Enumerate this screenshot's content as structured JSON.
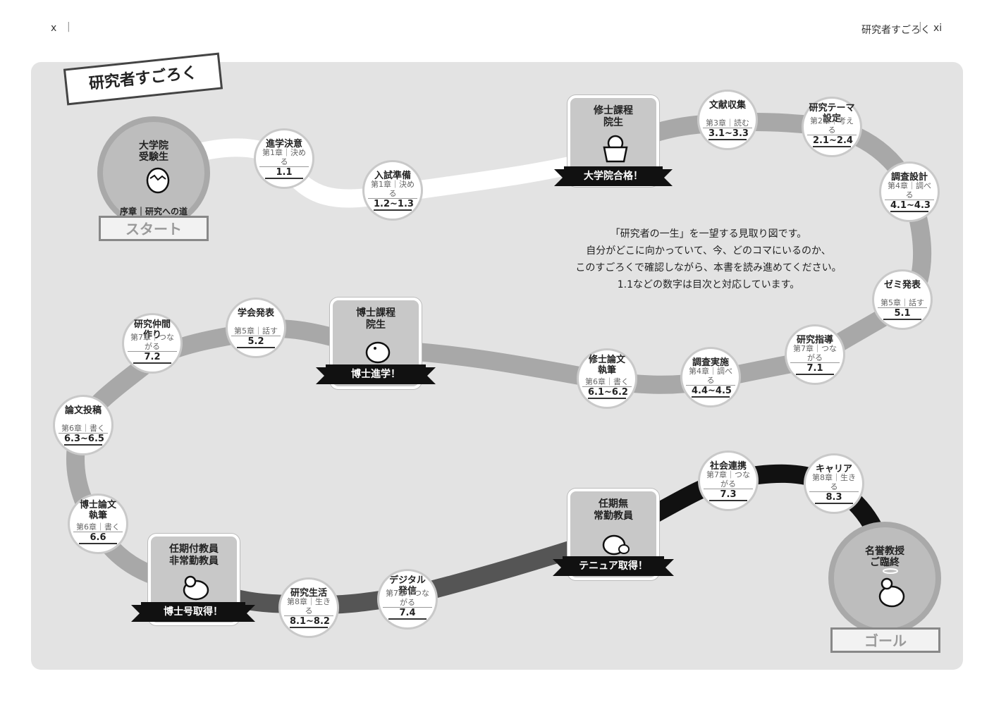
{
  "header": {
    "left_page": "x",
    "right_title": "研究者すごろく",
    "right_page": "xi"
  },
  "board_title": "研究者すごろく",
  "intro": [
    "「研究者の一生」を一望する見取り図です。",
    "自分がどこに向かっていて、今、どのコマにいるのか、",
    "このすごろくで確認しながら、本書を読み進めてください。",
    "1.1などの数字は目次と対応しています。"
  ],
  "start": {
    "title": "大学院\n受験生",
    "sub": "序章｜研究への道",
    "label": "スタート"
  },
  "goal": {
    "title": "名誉教授\nご臨終",
    "label": "ゴール"
  },
  "stages": [
    {
      "title": "修士課程\n院生",
      "ribbon": "大学院合格！"
    },
    {
      "title": "博士課程\n院生",
      "ribbon": "博士進学！"
    },
    {
      "title": "任期付教員\n非常勤教員",
      "ribbon": "博士号取得！"
    },
    {
      "title": "任期無\n常勤教員",
      "ribbon": "テニュア取得！"
    }
  ],
  "nodes": [
    {
      "title": "進学決意",
      "chapter": "第1章｜決める",
      "num": "1.1"
    },
    {
      "title": "入試準備",
      "chapter": "第1章｜決める",
      "num": "1.2~1.3"
    },
    {
      "title": "文献収集",
      "chapter": "第3章｜読む",
      "num": "3.1~3.3"
    },
    {
      "title": "研究テーマ\n設定",
      "chapter": "第2章｜考える",
      "num": "2.1~2.4"
    },
    {
      "title": "調査設計",
      "chapter": "第4章｜調べる",
      "num": "4.1~4.3"
    },
    {
      "title": "ゼミ発表",
      "chapter": "第5章｜話す",
      "num": "5.1"
    },
    {
      "title": "研究指導",
      "chapter": "第7章｜つながる",
      "num": "7.1"
    },
    {
      "title": "調査実施",
      "chapter": "第4章｜調べる",
      "num": "4.4~4.5"
    },
    {
      "title": "修士論文\n執筆",
      "chapter": "第6章｜書く",
      "num": "6.1~6.2"
    },
    {
      "title": "学会発表",
      "chapter": "第5章｜話す",
      "num": "5.2"
    },
    {
      "title": "研究仲間\n作り",
      "chapter": "第7章｜つながる",
      "num": "7.2"
    },
    {
      "title": "論文投稿",
      "chapter": "第6章｜書く",
      "num": "6.3~6.5"
    },
    {
      "title": "博士論文\n執筆",
      "chapter": "第6章｜書く",
      "num": "6.6"
    },
    {
      "title": "研究生活",
      "chapter": "第8章｜生きる",
      "num": "8.1~8.2"
    },
    {
      "title": "デジタル\n発信",
      "chapter": "第7章｜つながる",
      "num": "7.4"
    },
    {
      "title": "社会連携",
      "chapter": "第7章｜つながる",
      "num": "7.3"
    },
    {
      "title": "キャリア",
      "chapter": "第8章｜生きる",
      "num": "8.3"
    }
  ],
  "colors": {
    "board": "#e3e3e3",
    "path_light": "#ffffff",
    "path_mid": "#a8a8a8",
    "path_dark": "#111111"
  }
}
